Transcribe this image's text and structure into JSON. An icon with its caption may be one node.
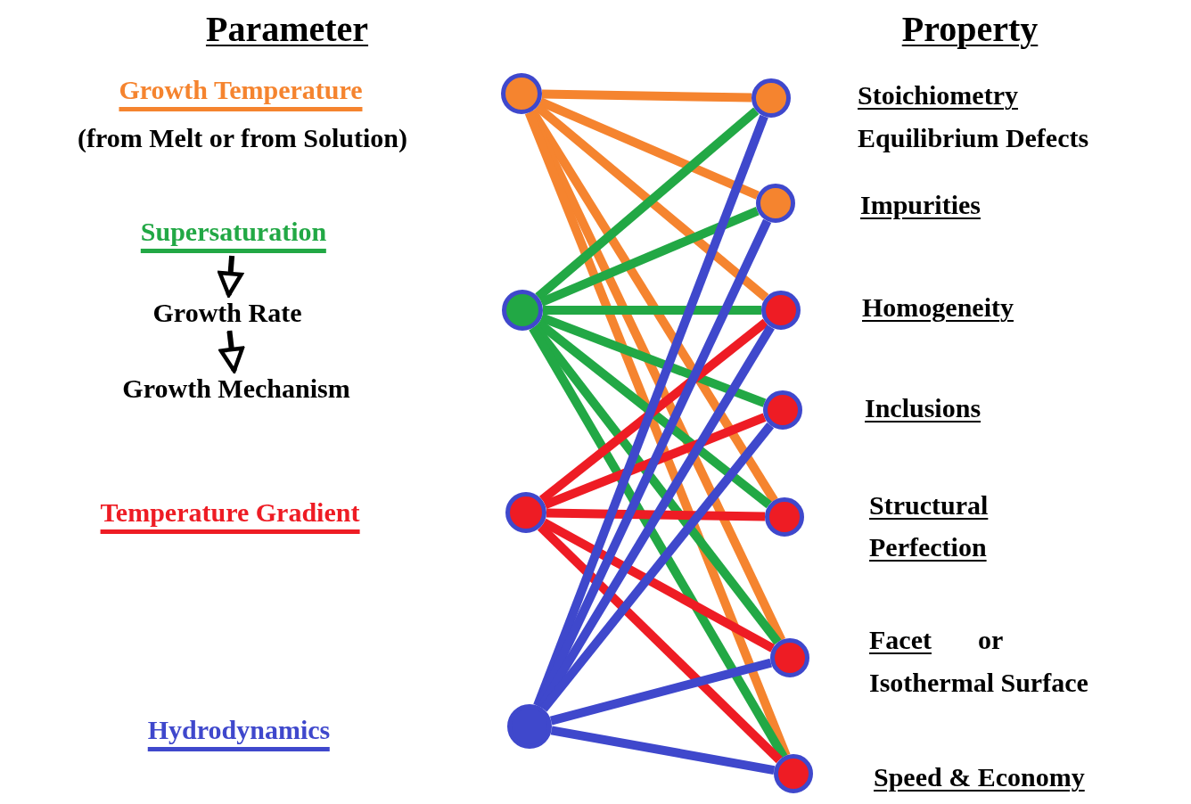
{
  "diagram": {
    "nodes": [
      {
        "text": [],
        "shape": "circle"
      },
      {
        "text": [
          "Supersaturation"
        ]
      },
      {
        "text": [
          "Growth Rate"
        ]
      },
      {
        "text": [
          "Growth Mechanism"
        ]
      },
      {
        "text": [],
        "shape": "circle"
      },
      {
        "text": [],
        "shape": "circle"
      },
      {
        "text": [],
        "shape": "circle"
      },
      {
        "text": [],
        "shape": "circle",
        "beside": [
          "Stoichiometry",
          "Equilibrium Defects"
        ]
      },
      {
        "text": [],
        "shape": "circle",
        "beside": [
          "Impurities"
        ]
      },
      {
        "text": [],
        "shape": "circle",
        "beside": [
          "Homogeneity"
        ]
      },
      {
        "text": [],
        "shape": "circle",
        "beside": [
          "Inclusions"
        ]
      },
      {
        "text": [],
        "shape": "circle",
        "beside": [
          "Structural Perfection"
        ]
      },
      {
        "text": [],
        "shape": "circle",
        "beside": [
          "Facet",
          "or",
          "Isothermal Surface"
        ]
      },
      {
        "text": [],
        "shape": "circle",
        "beside": [
          "Speed & Economy"
        ]
      }
    ],
    "edges": [
      {
        "from": 1,
        "to": 2,
        "arrow": "to",
        "color": "#000000"
      },
      {
        "from": 2,
        "to": 3,
        "arrow": "to",
        "color": "#000000"
      },
      {
        "from": 0,
        "to": 7,
        "arrow": "none",
        "color": "#f5842f"
      },
      {
        "from": 0,
        "to": 8,
        "arrow": "none",
        "color": "#f5842f"
      },
      {
        "from": 0,
        "to": 9,
        "arrow": "none",
        "color": "#f5842f"
      },
      {
        "from": 0,
        "to": 11,
        "arrow": "none",
        "color": "#f5842f"
      },
      {
        "from": 0,
        "to": 12,
        "arrow": "none",
        "color": "#f5842f"
      },
      {
        "from": 0,
        "to": 13,
        "arrow": "none",
        "color": "#f5842f"
      },
      {
        "from": 4,
        "to": 7,
        "arrow": "none",
        "color": "#22a845"
      },
      {
        "from": 4,
        "to": 8,
        "arrow": "none",
        "color": "#22a845"
      },
      {
        "from": 4,
        "to": 9,
        "arrow": "none",
        "color": "#22a845"
      },
      {
        "from": 4,
        "to": 10,
        "arrow": "none",
        "color": "#22a845"
      },
      {
        "from": 4,
        "to": 11,
        "arrow": "none",
        "color": "#22a845"
      },
      {
        "from": 4,
        "to": 12,
        "arrow": "none",
        "color": "#22a845"
      },
      {
        "from": 4,
        "to": 13,
        "arrow": "none",
        "color": "#22a845"
      },
      {
        "from": 5,
        "to": 9,
        "arrow": "none",
        "color": "#ee1c24"
      },
      {
        "from": 5,
        "to": 10,
        "arrow": "none",
        "color": "#ee1c24"
      },
      {
        "from": 5,
        "to": 11,
        "arrow": "none",
        "color": "#ee1c24"
      },
      {
        "from": 5,
        "to": 12,
        "arrow": "none",
        "color": "#ee1c24"
      },
      {
        "from": 5,
        "to": 13,
        "arrow": "none",
        "color": "#ee1c24"
      },
      {
        "from": 6,
        "to": 7,
        "arrow": "none",
        "color": "#3f48cc"
      },
      {
        "from": 6,
        "to": 8,
        "arrow": "none",
        "color": "#3f48cc"
      },
      {
        "from": 6,
        "to": 9,
        "arrow": "none",
        "color": "#3f48cc"
      },
      {
        "from": 6,
        "to": 10,
        "arrow": "none",
        "color": "#3f48cc"
      },
      {
        "from": 6,
        "to": 12,
        "arrow": "none",
        "color": "#3f48cc"
      },
      {
        "from": 6,
        "to": 13,
        "arrow": "none",
        "color": "#3f48cc"
      }
    ],
    "labels": [
      "Parameter",
      "Property",
      "Growth Temperature",
      "(from Melt or from Solution)",
      "Temperature Gradient",
      "Hydrodynamics"
    ]
  }
}
